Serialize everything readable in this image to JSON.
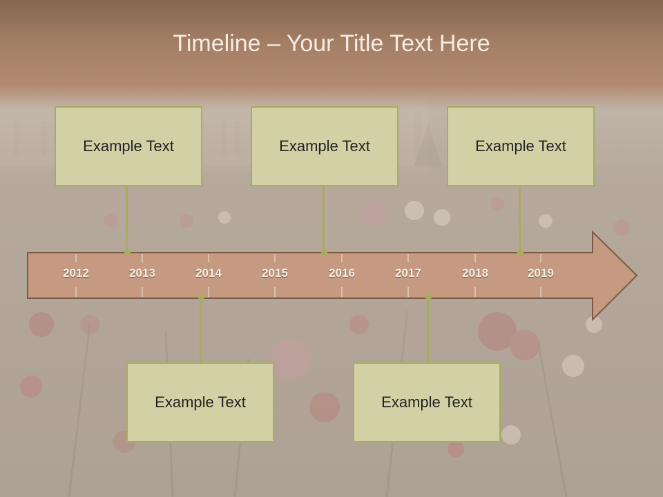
{
  "slide": {
    "title": "Timeline – Your Title Text Here",
    "years": [
      "2012",
      "2013",
      "2014",
      "2015",
      "2016",
      "2017",
      "2018",
      "2019"
    ],
    "boxes": [
      {
        "text": "Example Text"
      },
      {
        "text": "Example Text"
      },
      {
        "text": "Example Text"
      },
      {
        "text": "Example Text"
      },
      {
        "text": "Example Text"
      }
    ]
  },
  "colors": {
    "header_brown": "#a57f65",
    "arrow_fill": "#c59a80",
    "arrow_stroke": "#7a5a44",
    "box_fill": "#d2d1a6",
    "box_border": "#a8ad5c"
  }
}
